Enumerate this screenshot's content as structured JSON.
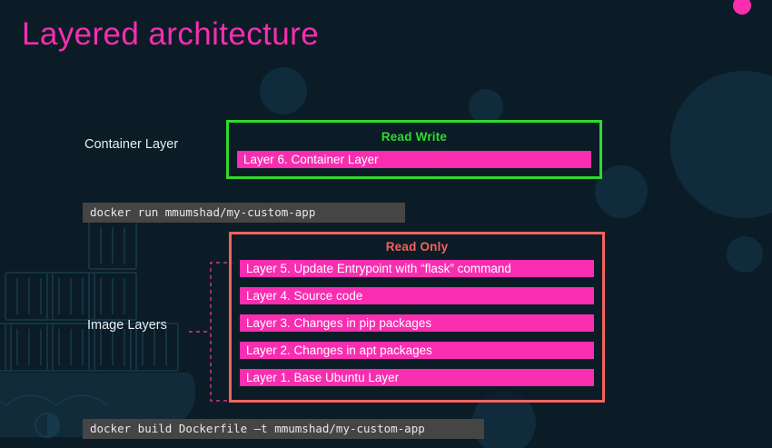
{
  "slide": {
    "title": "Layered architecture",
    "background_color": "#0b1c26",
    "accent_pink": "#f92db0",
    "accent_green": "#2fd92f",
    "accent_red": "#f4625e"
  },
  "labels": {
    "container_layer": "Container Layer",
    "image_layers": "Image Layers"
  },
  "groups": [
    {
      "id": "read-write",
      "title": "Read Write",
      "title_color": "#2fd92f",
      "border_color": "#2fd92f",
      "layers": [
        "Layer 6. Container Layer"
      ]
    },
    {
      "id": "read-only",
      "title": "Read Only",
      "title_color": "#f4625e",
      "border_color": "#f4625e",
      "layers": [
        "Layer 5. Update Entrypoint with “flask” command",
        "Layer 4. Source code",
        "Layer 3. Changes in pip packages",
        "Layer 2. Changes in apt packages",
        "Layer 1. Base Ubuntu Layer"
      ]
    }
  ],
  "commands": {
    "run": "docker run mmumshad/my-custom-app",
    "build": "docker build Dockerfile –t mmumshad/my-custom-app"
  }
}
